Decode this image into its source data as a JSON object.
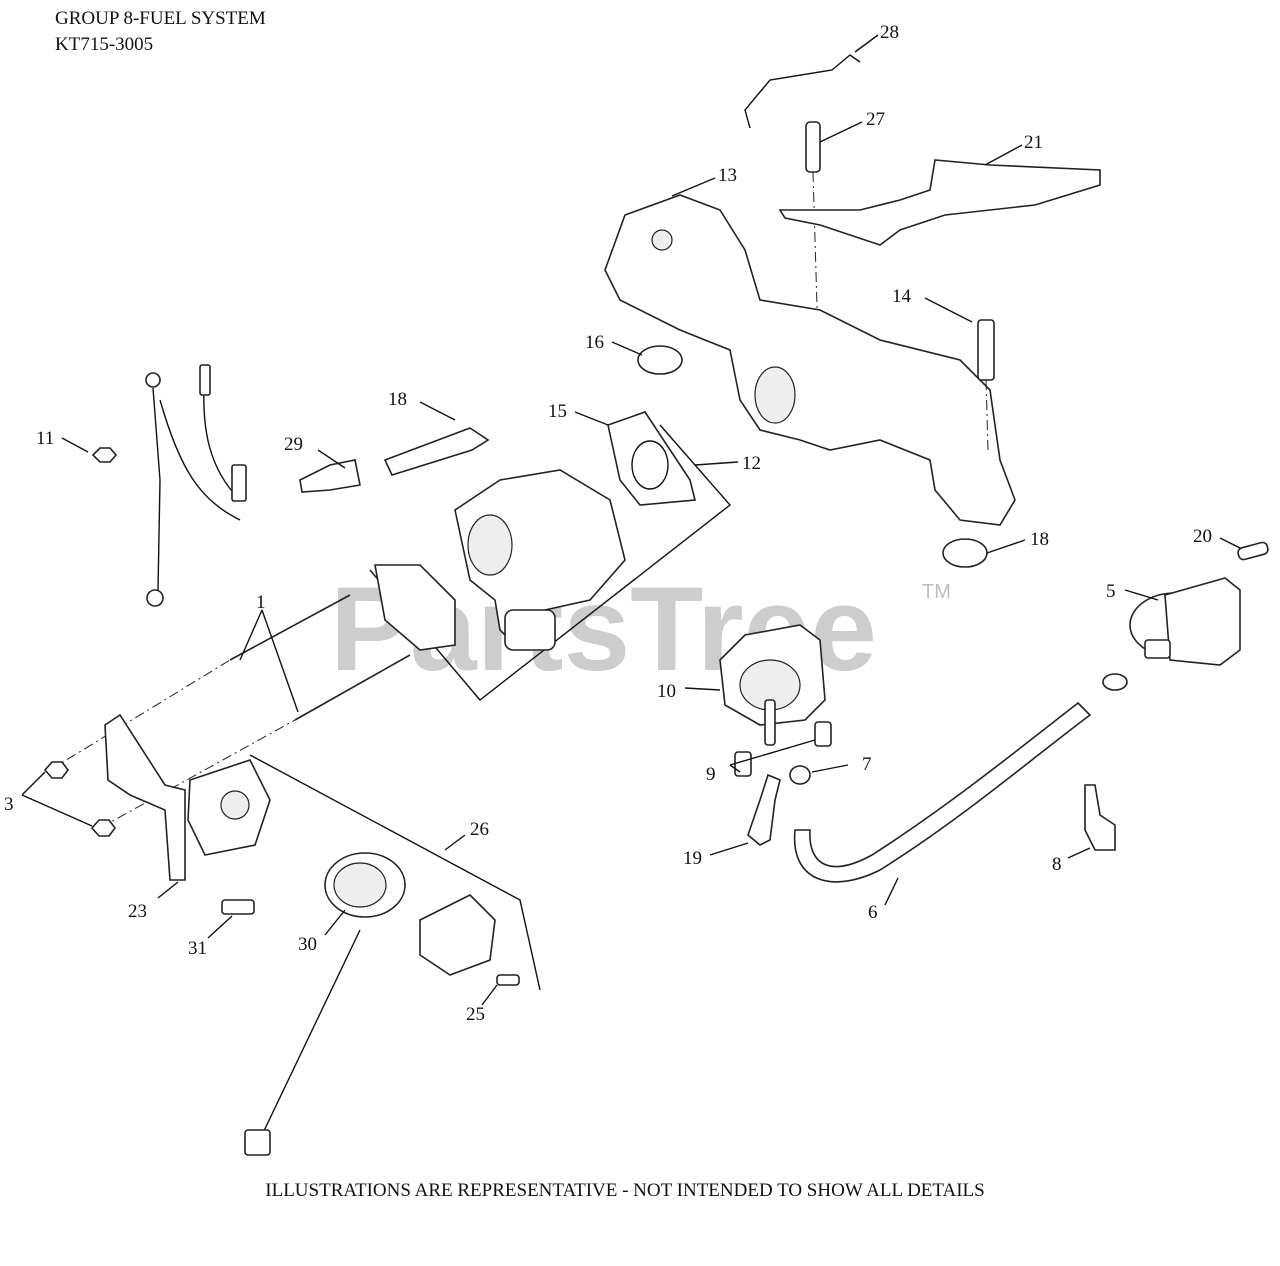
{
  "header": {
    "group_title": "GROUP 8-FUEL SYSTEM",
    "model": "KT715-3005"
  },
  "footer": "ILLUSTRATIONS ARE REPRESENTATIVE - NOT INTENDED TO SHOW ALL DETAILS",
  "watermark": {
    "text": "PartsTree",
    "tm": "TM"
  },
  "callouts": [
    "1",
    "3",
    "5",
    "6",
    "7",
    "8",
    "9",
    "10",
    "11",
    "12",
    "13",
    "14",
    "15",
    "16",
    "18",
    "18",
    "19",
    "20",
    "21",
    "23",
    "25",
    "26",
    "27",
    "28",
    "29",
    "30",
    "31"
  ]
}
